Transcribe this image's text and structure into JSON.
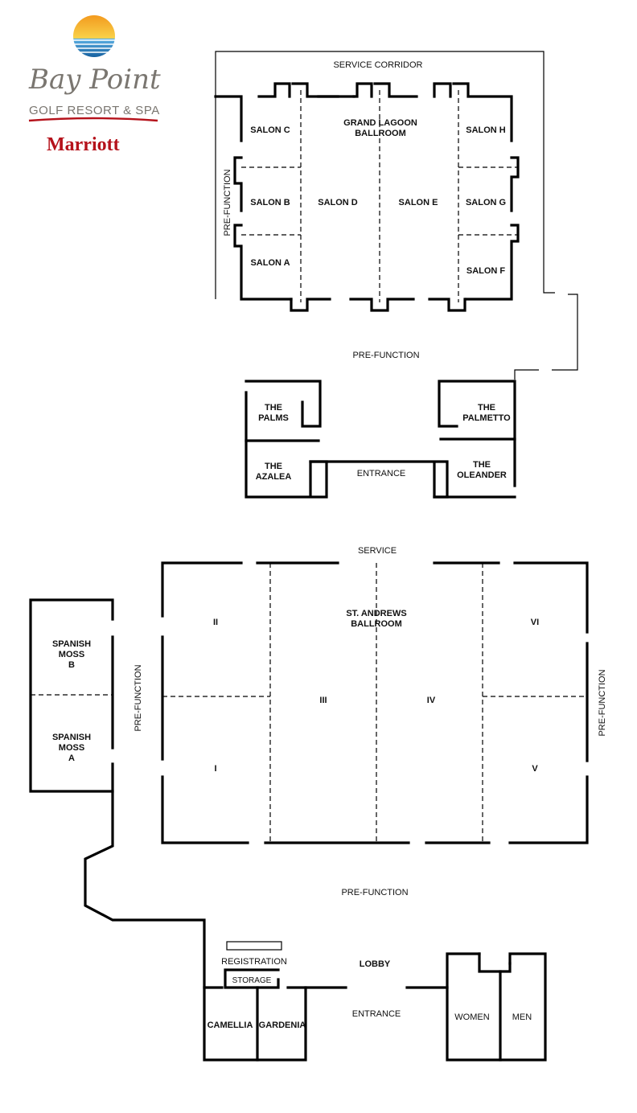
{
  "logo": {
    "script": "Bay Point",
    "subtitle": "GOLF RESORT & SPA",
    "brand": "Marriott",
    "colors": {
      "sun_top": "#f6a623",
      "sun_mid": "#f7d046",
      "water": "#1f7fc4",
      "brand_red": "#b5121b",
      "gray": "#7a7670"
    }
  },
  "grand_lagoon": {
    "service_corridor": "SERVICE CORRIDOR",
    "ballroom": [
      "GRAND LAGOON",
      "BALLROOM"
    ],
    "salon_c": "SALON C",
    "salon_b": "SALON B",
    "salon_a": "SALON A",
    "salon_d": "SALON D",
    "salon_e": "SALON E",
    "salon_h": "SALON H",
    "salon_g": "SALON G",
    "salon_f": "SALON F",
    "pre_function_side": "PRE-FUNCTION",
    "pre_function_below": "PRE-FUNCTION",
    "the_palms": [
      "THE",
      "PALMS"
    ],
    "the_azalea": [
      "THE",
      "AZALEA"
    ],
    "the_palmetto": [
      "THE",
      "PALMETTO"
    ],
    "the_oleander": [
      "THE",
      "OLEANDER"
    ],
    "entrance": "ENTRANCE"
  },
  "st_andrews": {
    "service": "SERVICE",
    "ballroom": [
      "ST. ANDREWS",
      "BALLROOM"
    ],
    "room_i": "I",
    "room_ii": "II",
    "room_iii": "III",
    "room_iv": "IV",
    "room_v": "V",
    "room_vi": "VI",
    "spanish_moss_b": [
      "SPANISH",
      "MOSS",
      "B"
    ],
    "spanish_moss_a": [
      "SPANISH",
      "MOSS",
      "A"
    ],
    "pre_function_left": "PRE-FUNCTION",
    "pre_function_right": "PRE-FUNCTION",
    "pre_function_below": "PRE-FUNCTION",
    "registration": "REGISTRATION",
    "storage": "STORAGE",
    "lobby": "LOBBY",
    "entrance": "ENTRANCE",
    "camellia": "CAMELLIA",
    "gardenia": "GARDENIA",
    "women": "WOMEN",
    "men": "MEN"
  }
}
